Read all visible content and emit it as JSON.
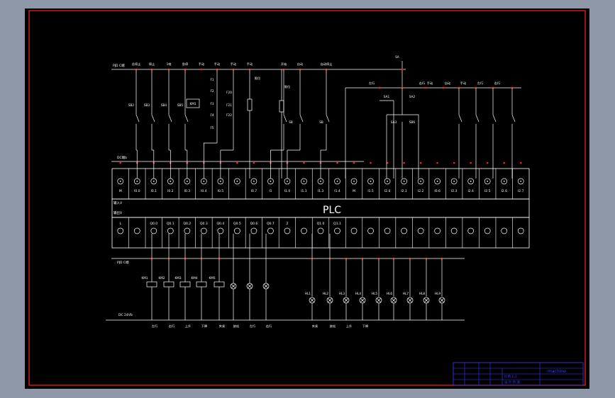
{
  "colors": {
    "background": "#8e98a8",
    "sheet": "#000000",
    "line": "#ffffff",
    "frame": "#ff2020",
    "node": "#ff2020",
    "title_block": "#3a3aff"
  },
  "diagram": {
    "plc_label": "PLC",
    "top_rail_label": "PJD C端",
    "input_common_label": "DC端b",
    "output_common_label": "PJD C端",
    "bottom_rail_label": "DC 24Vb",
    "input_module_label_a": "输入V",
    "input_module_label_b": "输出V",
    "input_terminals": [
      "M",
      "I0.0",
      "I0.1",
      "I0.2",
      "I0.3",
      "I0.4",
      "I0.5",
      "",
      "I0.7",
      "I1",
      "I1.0",
      "I1.1",
      "I1.3",
      "I1.4",
      "M",
      "I1.5",
      "I2.0",
      "I2.1",
      "I2.2",
      "I0.6",
      "I2.3",
      "I2.4",
      "I2.5",
      "I2.6",
      "I2.7"
    ],
    "output_terminals": [
      "L",
      "",
      "Q0.0",
      "Q0.1",
      "Q0.2",
      "Q0.3",
      "Q0.4",
      "Q0.5",
      "Q0.6",
      "Q0.7",
      "2",
      "",
      "Q1.0",
      "Q1.1",
      "",
      "",
      "",
      "",
      "",
      "",
      "",
      "",
      "",
      "",
      ""
    ],
    "top_labels": [
      "总停止",
      "停止",
      "1电",
      "急停",
      "手动",
      "手动",
      "手动",
      "手动",
      "开始",
      "自动",
      "自动停止"
    ],
    "top_right_labels": [
      "手动",
      "自动",
      "手动",
      "左行",
      "右行"
    ],
    "switch_labels": [
      "SB2",
      "SB3",
      "SB4",
      "SB5"
    ],
    "selector_labels": [
      "SA",
      "SA1",
      "SA2",
      "SA3",
      "SB6"
    ],
    "coil_labels": [
      "KM1",
      "KM2",
      "KM3",
      "KM4",
      "KM5"
    ],
    "lamp_labels": [
      "HL1",
      "HL2",
      "HL3",
      "HL4",
      "HL5",
      "HL6",
      "HL7",
      "HL8",
      "HL9"
    ],
    "bottom_labels": [
      "左行",
      "右行",
      "上升",
      "下降",
      "夹紧",
      "放松",
      "左行",
      "右行",
      "夹紧",
      "放松",
      "上升",
      "下降"
    ],
    "title_block": {
      "name": "machine",
      "scale": "比例  1:1",
      "drawn": "设  计  检  查"
    }
  }
}
